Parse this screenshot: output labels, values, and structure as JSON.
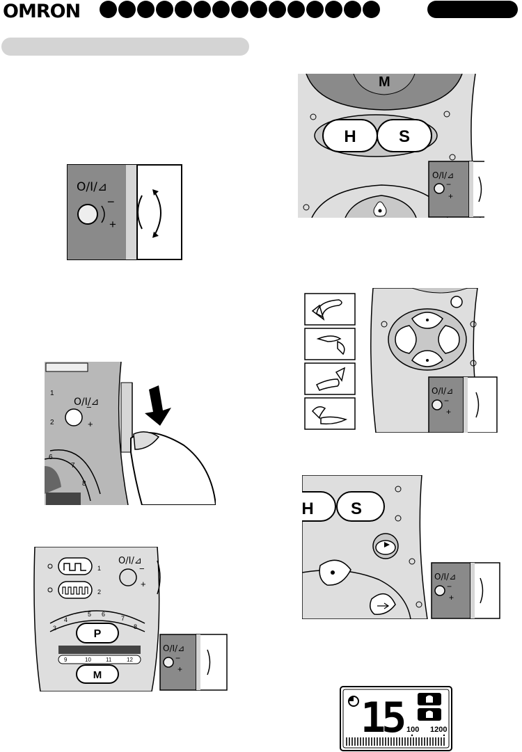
{
  "header": {
    "brand": "OMRON",
    "dot_count": 15
  },
  "figures": {
    "dial": {
      "symbol": "O/I/⊿",
      "minus": "−",
      "plus": "+"
    },
    "remote_hs": {
      "m": "M",
      "h": "H",
      "s": "S"
    },
    "finger_panel": {
      "row1": "1",
      "row2": "2",
      "n6": "6",
      "n7": "7",
      "n8": "8"
    },
    "program_panel": {
      "row1": "1",
      "row2": "2",
      "scale_top": [
        "3",
        "4",
        "5",
        "6",
        "7",
        "8"
      ],
      "scale_bottom": [
        "9",
        "10",
        "11",
        "12"
      ],
      "p": "P",
      "m": "M"
    },
    "hs_lower": {
      "h": "H",
      "s": "S"
    },
    "display": {
      "timer": "15",
      "left_label": "100",
      "right_label": "1200"
    }
  },
  "colors": {
    "panel_light": "#dedede",
    "panel_dark": "#8a8a8a",
    "pill": "#d4d4d4"
  }
}
